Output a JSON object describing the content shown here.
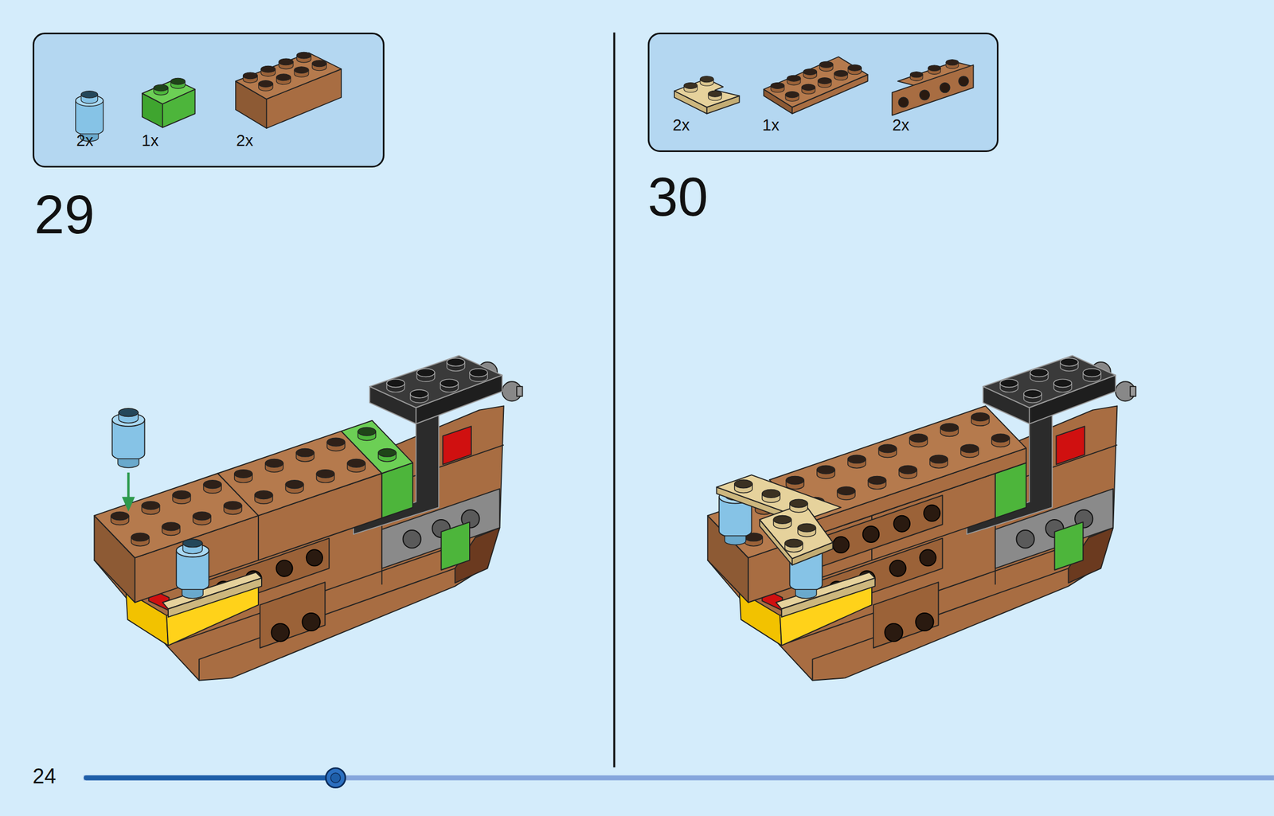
{
  "diagram": {
    "nodes": [
      {
        "text": [
          "2x",
          "1x",
          "2x"
        ]
      },
      {
        "text": [
          "2x",
          "1x",
          "2x"
        ]
      }
    ],
    "labels": [
      "29",
      "30",
      "24"
    ]
  }
}
